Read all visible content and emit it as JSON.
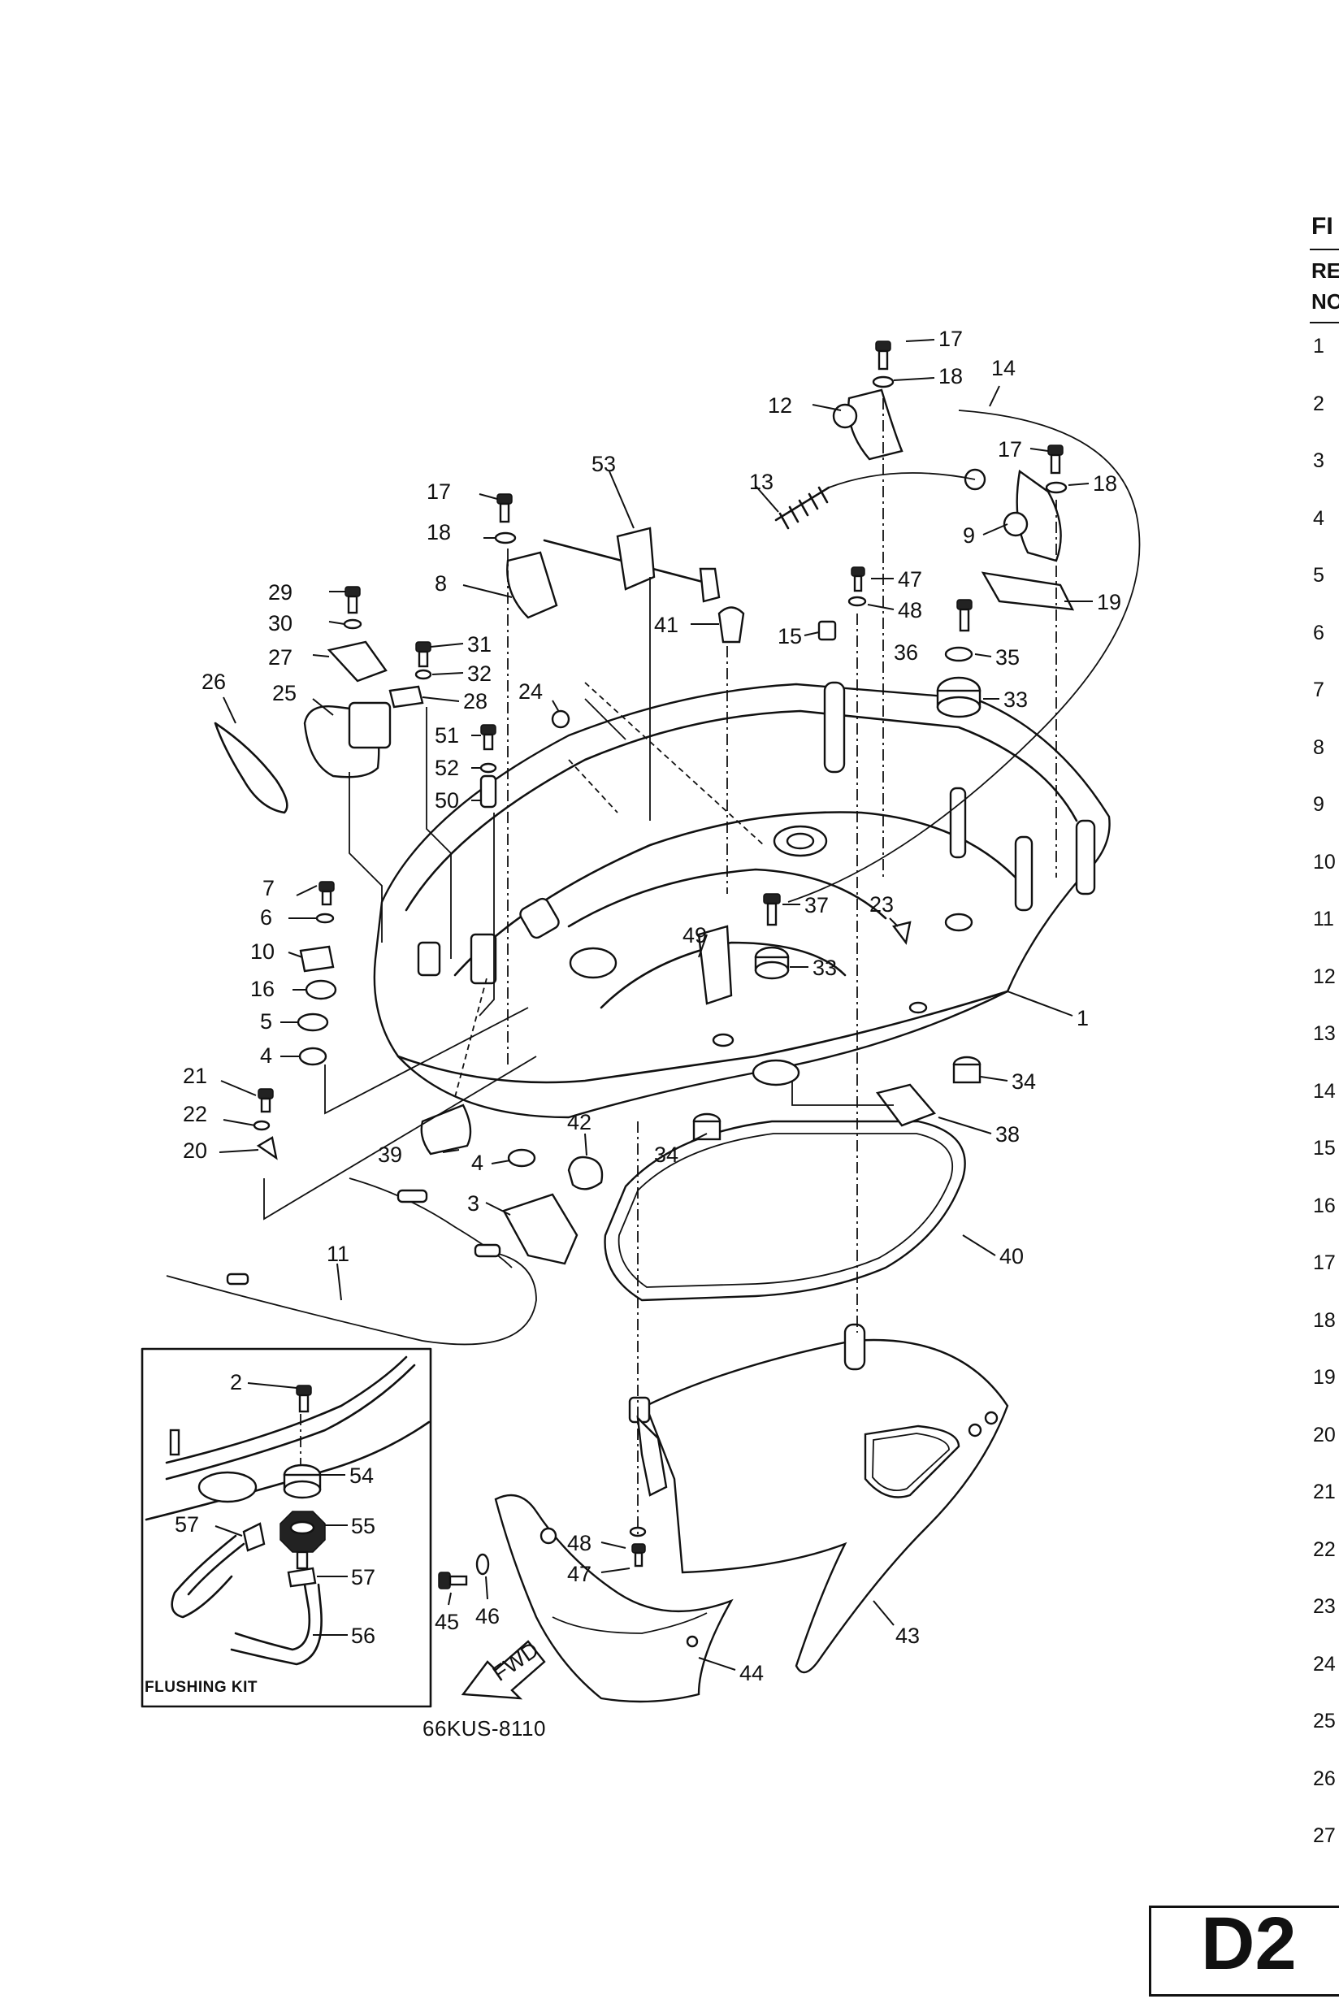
{
  "drawing_code": "66KUS-8110",
  "flushing_kit_title": "FLUSHING KIT",
  "fwd_label": "FWD",
  "page_id": "D2",
  "side_header": {
    "line1": "FI",
    "line2": "RE",
    "line3": "NO"
  },
  "side_rows": [
    "1",
    "2",
    "3",
    "4",
    "5",
    "6",
    "7",
    "8",
    "9",
    "10",
    "11",
    "12",
    "13",
    "14",
    "15",
    "16",
    "17",
    "18",
    "19",
    "20",
    "21",
    "22",
    "23",
    "24",
    "25",
    "26",
    "27"
  ],
  "callouts": [
    "1",
    "2",
    "3",
    "4",
    "5",
    "6",
    "7",
    "8",
    "9",
    "10",
    "11",
    "12",
    "13",
    "14",
    "15",
    "16",
    "17",
    "18",
    "19",
    "20",
    "21",
    "22",
    "23",
    "24",
    "25",
    "26",
    "27",
    "28",
    "29",
    "30",
    "31",
    "32",
    "33",
    "34",
    "35",
    "36",
    "37",
    "38",
    "39",
    "40",
    "41",
    "42",
    "43",
    "44",
    "45",
    "46",
    "47",
    "48",
    "49",
    "50",
    "51",
    "52",
    "53",
    "54",
    "55",
    "56",
    "57"
  ]
}
